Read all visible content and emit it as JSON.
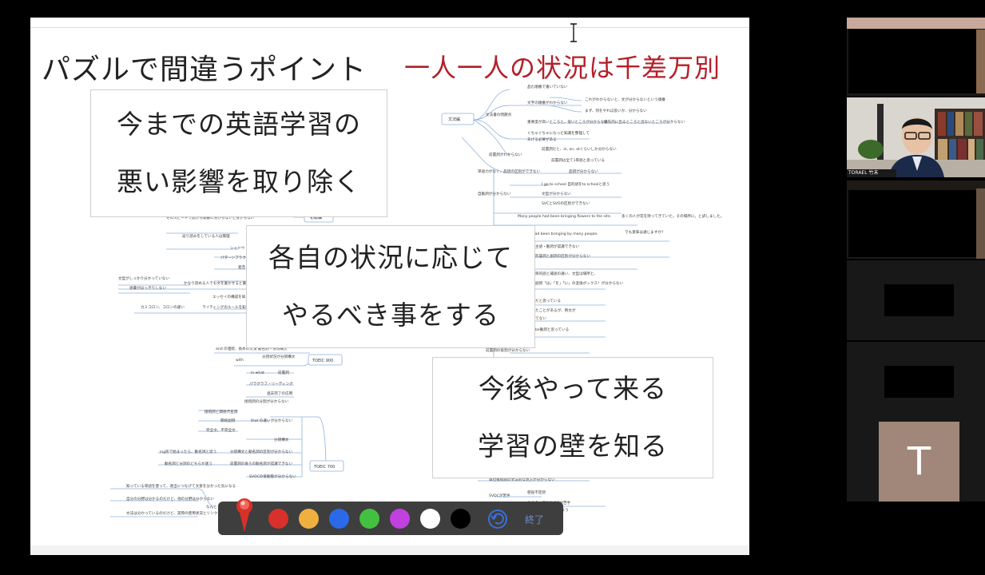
{
  "slide": {
    "title_left": "パズルで間違うポイント",
    "title_right": "一人一人の状況は千差万別",
    "callout1": [
      "今までの英語学習の",
      "悪い影響を取り除く"
    ],
    "callout2": [
      "各自の状況に応じて",
      "やるべき事をする"
    ],
    "callout3": [
      "今後やって来る",
      "学習の壁を知る"
    ],
    "title_right_color": "#b3202a"
  },
  "mindmap": {
    "nodes": {
      "bunpo": "文法編",
      "kiso": "初級編",
      "toeic900": "TOEIC 900",
      "toeic700": "TOEIC 700"
    },
    "texts": [
      "品む順番で書いていない",
      "文法書の問題点",
      "文字の順番がわからない",
      "これがわからないと、文が分からないという順番",
      "まず、何をやれば良いか、分からない",
      "重要度が高いところと、低いところが分からない",
      "優先的に出るところと出ないところが分からない",
      "ぐちゃぐちゃになった知識を整理して",
      "あげる必要がある",
      "前置詞がわからない",
      "前置詞だと、in, on, atぐらいしか分からない",
      "前置詞は全て1単語と思っている",
      "単語力がなく、品詞の区別ができない",
      "品詞が分からない",
      "自動詞が分からない",
      "I go to school 自的語をto schoolと思う",
      "文型が分からない",
      "SVCとSVOの区別ができない",
      "Many people had been bringing flowers to the site.",
      "多くの人が花を持ってきていた。その場所に。と訳しました。",
      "Flower had been bringing by many people.",
      "でも意味は通じますか？",
      "主語・動詞が認識できない",
      "形容詞と副詞の区別が分からない",
      "目的語と補語の違い、文型は場所と、",
      "副詞「は」「を」「に」の変換ボックス！が分からない",
      "だと思っている",
      "たことがあるが、例文が",
      "てない",
      "be動詞と思っている",
      "前置詞の役割が分からない",
      "そのスピードで読から順番に分からないと分からない",
      "返り読みをしている人は無理",
      "シャドウ",
      "パターンプラク",
      "発音",
      "文型がしっかり分かっていない",
      "語彙がはっきりしない",
      "かなり読める人でも文を書かせると書",
      "エッセイの構成を知",
      "カミコロン、コロンの違い",
      "ライティングのルールを知",
      "and の連続、長めの文法 動名詞・分詞構文",
      "with",
      "分詞状況が分詞構文",
      "in what",
      "前置詞",
      "パラグラフ・リーディング",
      "過去完了の応用",
      "接続詞の分割が分からない",
      "接続詞と関係代名詞",
      "関係副詞",
      "that の違いが分からない",
      "完全文、不完全文",
      "分詞構文",
      "ing形で始まったら、動名詞と思う",
      "分詞構文と動名詞の区別が分からない",
      "動名詞と分詞のどちらか迷う",
      "前置詞の後ろの動名詞が認識できない",
      "SVOCの受動態が分からない",
      "知っている単語を使って、適当につなげて文意を分かった気になる",
      "自分の分野は分かるのだけど、他の分野は分からない",
      "文法は分かっているのだけど、実際の使用状況とリンクしない",
      "なんと",
      "単位接続詞の文法的な見方が分からない",
      "SVOCが苦手",
      "使役不定詞",
      "このタイプのSVOCが苦手",
      "しまう"
    ]
  },
  "toolbar": {
    "colors": [
      "#d8302a",
      "#f0b040",
      "#2a6ae8",
      "#44c040",
      "#c040e0",
      "#ffffff",
      "#000000"
    ],
    "end_label": "終了"
  },
  "participants": {
    "teacher_label": "TORAEL 竹末",
    "avatar_letter": "T"
  }
}
